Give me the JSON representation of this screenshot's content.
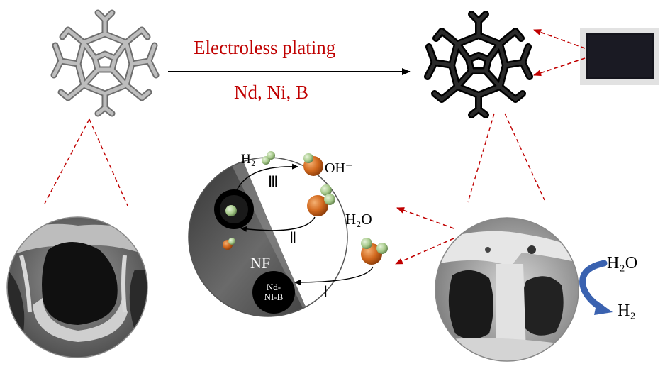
{
  "process": {
    "label": "Electroless plating",
    "elements": "Nd, Ni, B"
  },
  "mechanism": {
    "h2_label": "H₂",
    "oh_label": "OH⁻",
    "h2o_label": "H₂O",
    "step_1": "Ⅰ",
    "step_2": "Ⅱ",
    "step_3": "Ⅲ",
    "substrate_label": "NF",
    "catalyst_label": "Nd-\nNI-B"
  },
  "reaction": {
    "reactant": "H₂O",
    "product": "H₂"
  },
  "colors": {
    "accent_red": "#c00000",
    "arrow_blue": "#3a62b0",
    "oxygen_orange": "#d2691e",
    "hydrogen_green": "#a6c98a"
  }
}
